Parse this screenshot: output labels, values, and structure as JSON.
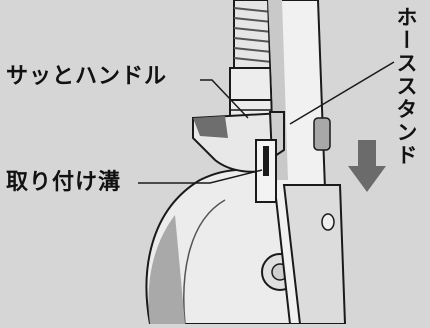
{
  "diagram": {
    "labels": {
      "handle": "サッとハンドル",
      "groove": "取り付け溝",
      "hose_stand": "ホーススタンド"
    },
    "colors": {
      "background": "#d6d6d6",
      "outline": "#1a1a1a",
      "body": "#ececec",
      "shade": "#b9b9b9",
      "arrow": "#6b6b6b"
    }
  }
}
